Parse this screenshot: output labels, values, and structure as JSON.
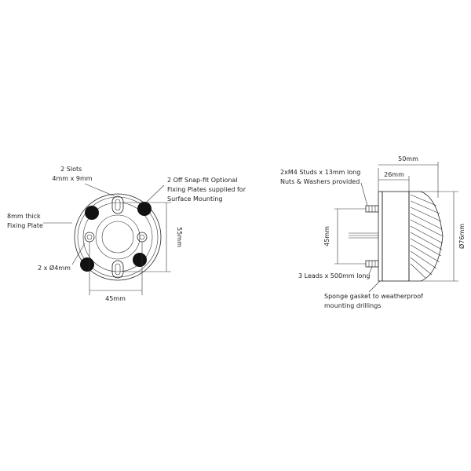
{
  "front_view": {
    "slots_label": [
      "2 Slots",
      "4mm x 9mm"
    ],
    "snapfit_label": [
      "2 Off Snap-fit Optional",
      "Fixing Plates supplied for",
      "Surface Mounting"
    ],
    "plate_label": [
      "8mm thick",
      "Fixing Plate"
    ],
    "holes_label": "2 x Ø4mm",
    "dim_height": "55mm",
    "dim_width": "45mm"
  },
  "side_view": {
    "studs_label": [
      "2xM4 Studs x 13mm long",
      "Nuts & Washers provided"
    ],
    "dim_overall_length": "50mm",
    "dim_body_length": "26mm",
    "dim_stud_spacing": "45mm",
    "dim_diameter": "Ø76mm",
    "leads_label": "3 Leads x 500mm long",
    "gasket_label": [
      "Sponge gasket to weatherproof",
      "mounting drillings"
    ]
  },
  "colors": {
    "line": "#222222",
    "fill": "#111111",
    "background": "#ffffff"
  }
}
